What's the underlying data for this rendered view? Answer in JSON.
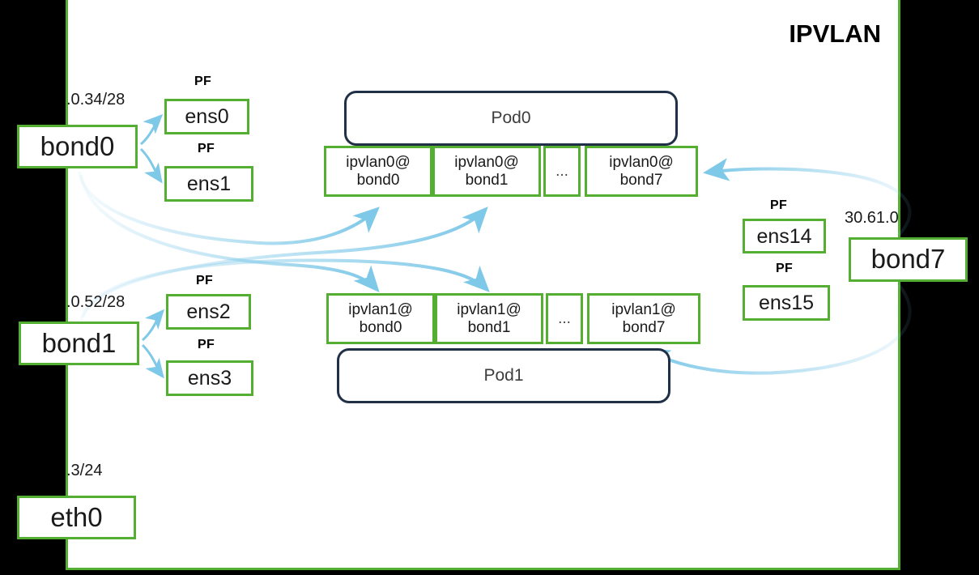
{
  "diagram": {
    "title": "IPVLAN",
    "frame_color": "#54AE32",
    "pod_border_color": "#1F3047",
    "arrow_color": "#7EC8E8"
  },
  "left_bonds": [
    {
      "name": "bond0",
      "ip": ".0.34/28",
      "pf_label_1": "PF",
      "pf_label_2": "PF",
      "nics": [
        "ens0",
        "ens1"
      ]
    },
    {
      "name": "bond1",
      "ip": ".0.52/28",
      "pf_label_1": "PF",
      "pf_label_2": "PF",
      "nics": [
        "ens2",
        "ens3"
      ]
    }
  ],
  "management": {
    "name": "eth0",
    "ip": ".3/24"
  },
  "right_bond": {
    "name": "bond7",
    "ip": "30.61.0",
    "pf_label_1": "PF",
    "pf_label_2": "PF",
    "nics": [
      "ens14",
      "ens15"
    ]
  },
  "pods": [
    {
      "name": "Pod0",
      "interfaces": [
        {
          "line1": "ipvlan0@",
          "line2": "bond0"
        },
        {
          "line1": "ipvlan0@",
          "line2": "bond1"
        },
        {
          "line1": "...",
          "line2": ""
        },
        {
          "line1": "ipvlan0@",
          "line2": "bond7"
        }
      ]
    },
    {
      "name": "Pod1",
      "interfaces": [
        {
          "line1": "ipvlan1@",
          "line2": "bond0"
        },
        {
          "line1": "ipvlan1@",
          "line2": "bond1"
        },
        {
          "line1": "...",
          "line2": ""
        },
        {
          "line1": "ipvlan1@",
          "line2": "bond7"
        }
      ]
    }
  ]
}
